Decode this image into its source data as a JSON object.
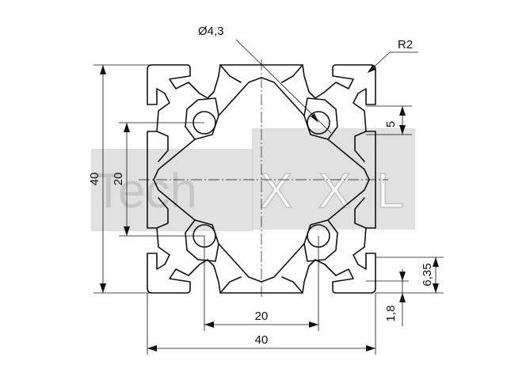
{
  "watermark": {
    "text_left": "Tech",
    "text_right": "XXL"
  },
  "dimensions": {
    "hole_diameter": "Ø4,3",
    "corner_radius": "R2",
    "slot_width": "5",
    "overall_height": "40",
    "hole_spacing_vertical": "20",
    "hole_spacing_horizontal": "20",
    "overall_width": "40",
    "slot_depth": "6,35",
    "wall_thickness": "1,8"
  }
}
